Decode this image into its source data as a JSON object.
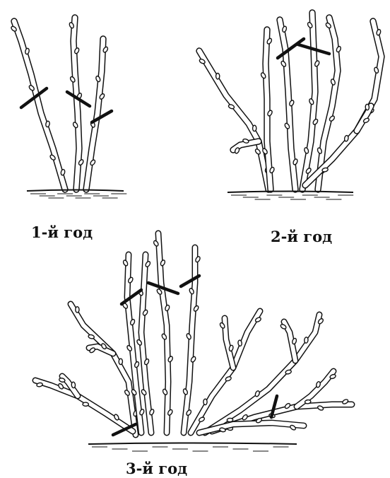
{
  "panels": [
    {
      "caption": "1-й год"
    },
    {
      "caption": "2-й год"
    },
    {
      "caption": "3-й год"
    }
  ],
  "colors": {
    "ink": "#111111",
    "background": "#ffffff"
  }
}
